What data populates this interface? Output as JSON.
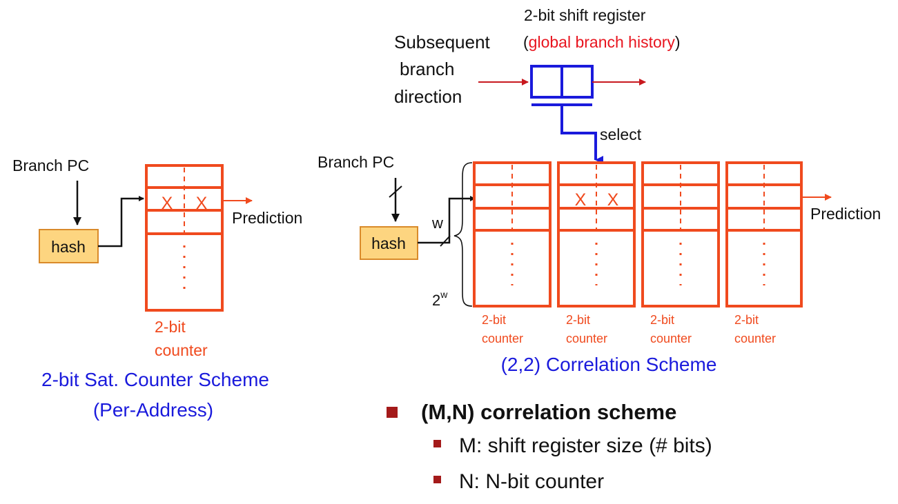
{
  "left": {
    "branch_pc": "Branch PC",
    "hash": "hash",
    "prediction": "Prediction",
    "mark_x1": "X",
    "mark_x2": "X",
    "counter_line1": "2-bit",
    "counter_line2": "counter",
    "caption_line1": "2-bit Sat. Counter Scheme",
    "caption_line2": "(Per-Address)"
  },
  "right": {
    "shift_register_title": "2-bit shift register",
    "gbh_open": "(",
    "gbh_text": "global branch history",
    "gbh_close": ")",
    "subsequent_line1": "Subsequent",
    "subsequent_line2": "branch",
    "subsequent_line3": "direction",
    "select": "select",
    "branch_pc": "Branch PC",
    "hash": "hash",
    "w": "w",
    "two_w_base": "2",
    "two_w_exp": "w",
    "prediction": "Prediction",
    "mark_x1": "X",
    "mark_x2": "X",
    "counters": [
      {
        "line1": "2-bit",
        "line2": "counter"
      },
      {
        "line1": "2-bit",
        "line2": "counter"
      },
      {
        "line1": "2-bit",
        "line2": "counter"
      },
      {
        "line1": "2-bit",
        "line2": "counter"
      }
    ],
    "caption": "(2,2) Correlation Scheme"
  },
  "bullets": {
    "main": "(M,N) correlation scheme",
    "sub": [
      "M: shift register size (# bits)",
      "N: N-bit counter"
    ]
  },
  "colors": {
    "table": "#f04a1e",
    "caption": "#1a1adc",
    "shift_register": "#1a1adc",
    "highlight_text": "#e8141e",
    "hash_fill": "#fdd580",
    "bullet": "#a41a1a"
  }
}
